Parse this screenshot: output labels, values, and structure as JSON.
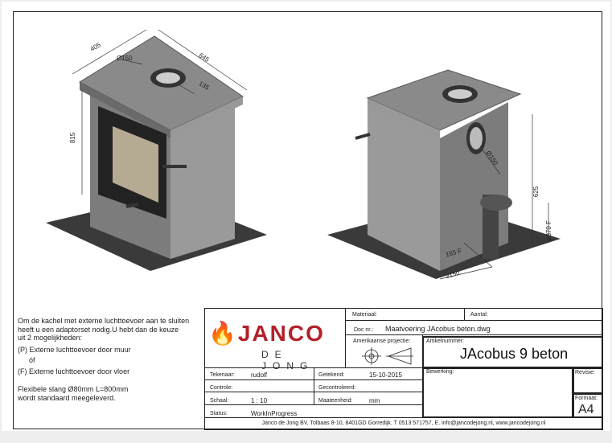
{
  "drawing": {
    "left_view_dimensions": {
      "width": "405",
      "depth": "645",
      "flue_diameter": "Ø150",
      "flue_offset": "135",
      "height": "815"
    },
    "right_view_dimensions": {
      "flue_diameter": "Ø150",
      "flue_height": "625",
      "floor_inlet_height": "≥370",
      "floor_inlet_marker": "F",
      "floor_inlet_offset": "165",
      "floor_inlet_offset_marker": "F",
      "rear_clearance": "≥150"
    }
  },
  "notes": {
    "intro_1": "Om de kachel met externe luchttoevoer aan te sluiten",
    "intro_2": "heeft u een adaptorset nodig.U hebt dan de keuze",
    "intro_3": "uit 2 mogelijkheden:",
    "option_p_marker": "P",
    "option_p": "Externe luchttoevoer door muur",
    "or": "óf",
    "option_f_marker": "F",
    "option_f": "Externe luchttoevoer door vloer",
    "hose_1": "Flexibele slang Ø80mm L=800mm",
    "hose_2": "wordt standaard meegeleverd."
  },
  "title_block": {
    "logo_main": "JANCO",
    "logo_sub": "DE JONG",
    "materiaal_label": "Materiaal:",
    "aantal_label": "Aantal:",
    "doc_nr_label": "Doc nr.:",
    "doc_nr": "Maatvoering JAcobus beton.dwg",
    "projectie_label": "Amerikaanse projectie:",
    "artikelnummer_label": "Artikelnummer:",
    "artikelnummer": "JAcobus 9 beton",
    "tekenaar_label": "Tekenaar:",
    "tekenaar": "rudolf",
    "getekend_label": "Getekend:",
    "getekend": "15-10-2015",
    "controle_label": "Controle:",
    "gecontroleerd_label": "Gecontroleerd:",
    "schaal_label": "Schaal:",
    "schaal": "1 : 10",
    "maateenheid_label": "Maateenheid:",
    "maateenheid": "mm",
    "status_label": "Status:",
    "status": "WorkInProgress",
    "bewerking_label": "Bewerking:",
    "revisie_label": "Revisie:",
    "formaat_label": "Formaat:",
    "formaat": "A4",
    "footer": "Janco de Jong BV, Tolbaas 8-10, 8401GD Gorredijk. T 0513 571757, E. info@jancodejong.nl, www.jancodejong.nl"
  },
  "colors": {
    "brand_red": "#b3202a",
    "stove": "#8c8c8c",
    "floor_plate": "#3a3a3a"
  }
}
